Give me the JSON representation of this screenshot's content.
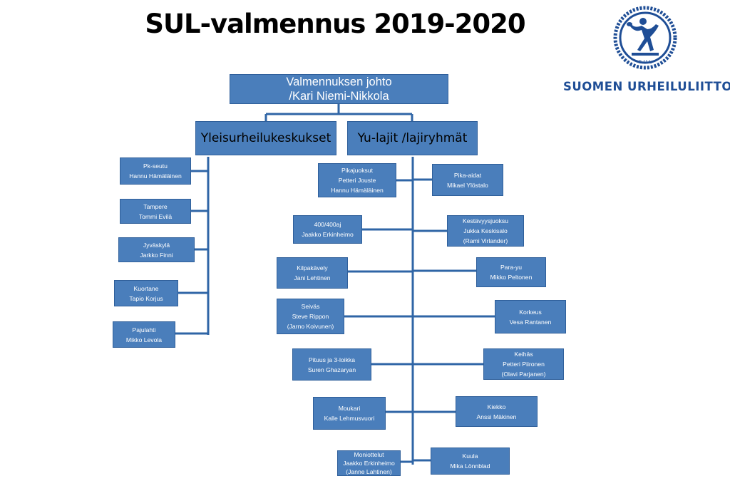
{
  "title": "SUL-valmennus 2019-2020",
  "logo": {
    "text": "SUOMEN URHEILULIITTO",
    "emblem_text": "S U L",
    "color": "#1f4e96"
  },
  "colors": {
    "box_fill": "#4a7ebb",
    "box_border": "#2f5f9a",
    "connector": "#2f65a6"
  },
  "org": {
    "root": {
      "lines": [
        "Valmennuksen johto",
        "/Kari Niemi-Nikkola"
      ]
    },
    "branches": [
      {
        "label": "Yleisurheilukeskukset"
      },
      {
        "label": "Yu-lajit /lajiryhmät"
      }
    ],
    "centers": [
      {
        "lines": [
          "Pk-seutu",
          "Hannu Hämäläinen"
        ]
      },
      {
        "lines": [
          "Tampere",
          "Tommi Evilä"
        ]
      },
      {
        "lines": [
          "Jyväskylä",
          "Jarkko Finni"
        ]
      },
      {
        "lines": [
          "Kuortane",
          "Tapio Korjus"
        ]
      },
      {
        "lines": [
          "Pajulahti",
          "Mikko Levola"
        ]
      }
    ],
    "events_left": [
      {
        "lines": [
          "Pikajuoksut",
          "Petteri Jouste",
          "Hannu Hämäläinen"
        ]
      },
      {
        "lines": [
          "400/400aj",
          "Jaakko Erkinheimo"
        ]
      },
      {
        "lines": [
          "Kilpakävely",
          "Jani Lehtinen"
        ]
      },
      {
        "lines": [
          "Seiväs",
          "Steve Rippon",
          "(Jarno Koivunen)"
        ]
      },
      {
        "lines": [
          "Pituus ja 3-loikka",
          "Suren Ghazaryan"
        ]
      },
      {
        "lines": [
          "Moukari",
          "Kalle Lehmusvuori"
        ]
      },
      {
        "lines": [
          "Moniottelut",
          "Jaakko Erkinheimo",
          "(Janne Lahtinen)"
        ]
      }
    ],
    "events_right": [
      {
        "lines": [
          "Pika-aidat",
          "Mikael  Ylöstalo"
        ]
      },
      {
        "lines": [
          "Kestävyysjuoksu",
          "Jukka Keskisalo",
          "(Rami Virlander)"
        ]
      },
      {
        "lines": [
          "Para-yu",
          "Mikko Peltonen"
        ]
      },
      {
        "lines": [
          "Korkeus",
          "Vesa Rantanen"
        ]
      },
      {
        "lines": [
          "Keihäs",
          "Petteri Piironen",
          "(Olavi Parjanen)"
        ]
      },
      {
        "lines": [
          "Kiekko",
          "Anssi Mäkinen"
        ]
      },
      {
        "lines": [
          "Kuula",
          "Mika Lönnblad"
        ]
      }
    ]
  }
}
